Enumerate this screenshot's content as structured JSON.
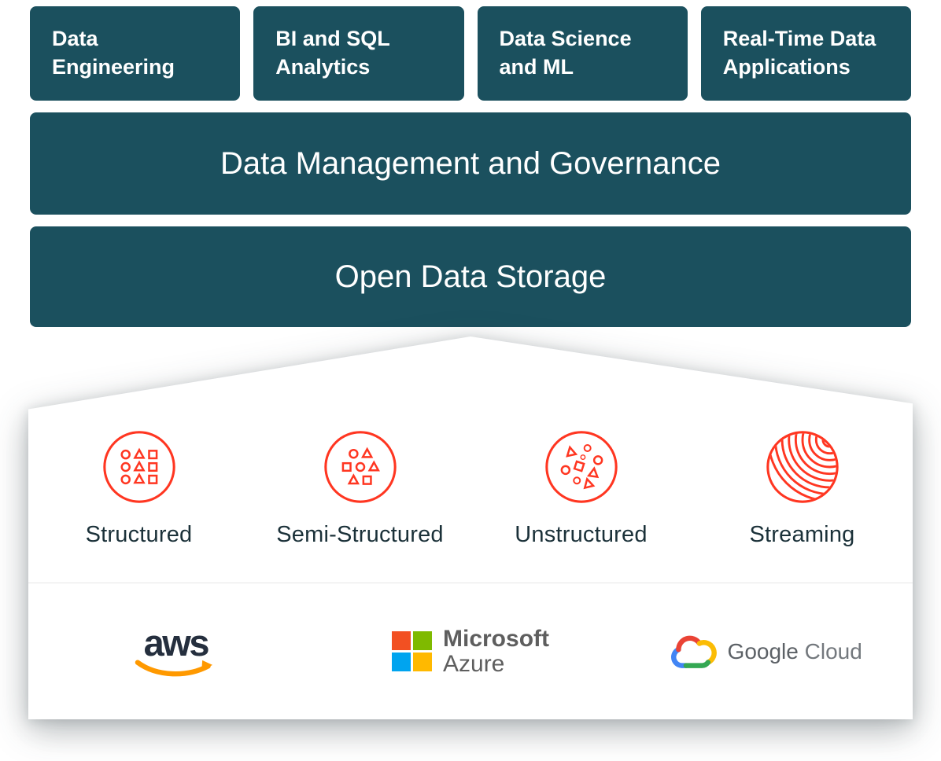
{
  "palette": {
    "box_teal": "#1B505E",
    "icon_red": "#FF3621",
    "label_navy": "#1B3139",
    "aws_dark": "#252F3E",
    "aws_orange": "#FF9900",
    "ms_red": "#F25022",
    "ms_green": "#7FBA00",
    "ms_blue": "#00A4EF",
    "ms_yellow": "#FFB900",
    "google_blue": "#4285F4",
    "google_red": "#EA4335",
    "google_yellow": "#FBBC05",
    "google_green": "#34A853",
    "logo_text_gray": "#5E5E5E"
  },
  "top_boxes": [
    {
      "label": "Data Engineering"
    },
    {
      "label": "BI and SQL Analytics"
    },
    {
      "label": "Data Science and ML"
    },
    {
      "label": "Real-Time Data Applications"
    }
  ],
  "bands": [
    {
      "label": "Data Management and Governance"
    },
    {
      "label": "Open Data Storage"
    }
  ],
  "data_types": [
    {
      "label": "Structured",
      "icon": "structured-grid-icon"
    },
    {
      "label": "Semi-Structured",
      "icon": "semi-structured-grid-icon"
    },
    {
      "label": "Unstructured",
      "icon": "scattered-shapes-icon"
    },
    {
      "label": "Streaming",
      "icon": "flowing-lines-icon"
    }
  ],
  "cloud_providers": {
    "aws": {
      "wordmark": "aws"
    },
    "azure": {
      "line1": "Microsoft",
      "line2": "Azure"
    },
    "google": {
      "word1": "Google",
      "word2": "Cloud"
    }
  }
}
